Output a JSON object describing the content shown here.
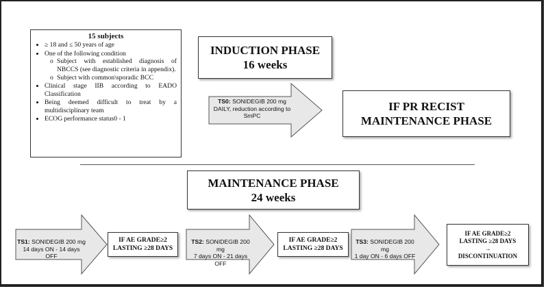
{
  "criteria": {
    "title": "15 subjects",
    "items": [
      "≥ 18  and ≤ 50 years of age",
      "One of the following condition"
    ],
    "sub_items": [
      "Subject with established diagnosis of NBCCS (see diagnostic criteria in appendix).",
      "Subject with common\\sporadic BCC"
    ],
    "items_after": [
      "Clinical stage IIB according to EADO Classification",
      "Being deemed difficult to treat by a multidisciplinary team",
      "ECOG  performance status0 - 1"
    ]
  },
  "induction": {
    "line1": "INDUCTION PHASE",
    "line2": "16 weeks"
  },
  "ts0": {
    "label": "TS0:",
    "text": " SONIDEGIB 200 mg DAILY, reduction according to SmPC"
  },
  "if_pr": {
    "line1": "IF PR RECIST",
    "line2": "MAINTENANCE PHASE"
  },
  "maintenance": {
    "line1": "MAINTENANCE PHASE",
    "line2": "24 weeks"
  },
  "ts1": {
    "label": "TS1:",
    "line1": " SONIDEGIB 200 mg",
    "line2": "14 days ON - 14 days OFF"
  },
  "ts2": {
    "label": "TS2:",
    "line1": " SONIDEGIB 200 mg",
    "line2": "7 days ON - 21 days OFF"
  },
  "ts3": {
    "label": "TS3:",
    "line1": " SONIDEGIB 200 mg",
    "line2": "1 day ON - 6 days OFF"
  },
  "ae1": {
    "line1": "IF AE GRADE≥2",
    "line2": "LASTING ≥28 DAYS"
  },
  "ae2": {
    "line1": "IF AE GRADE≥2",
    "line2": "LASTING ≥28 DAYS"
  },
  "final": {
    "line1": "IF AE GRADE≥2",
    "line2": "LASTING ≥28 DAYS",
    "arrow": "→",
    "line3": "DISCONTINUATION"
  },
  "colors": {
    "arrow_fill": "#e8e8e8",
    "arrow_stroke": "#555555",
    "border": "#333333"
  }
}
